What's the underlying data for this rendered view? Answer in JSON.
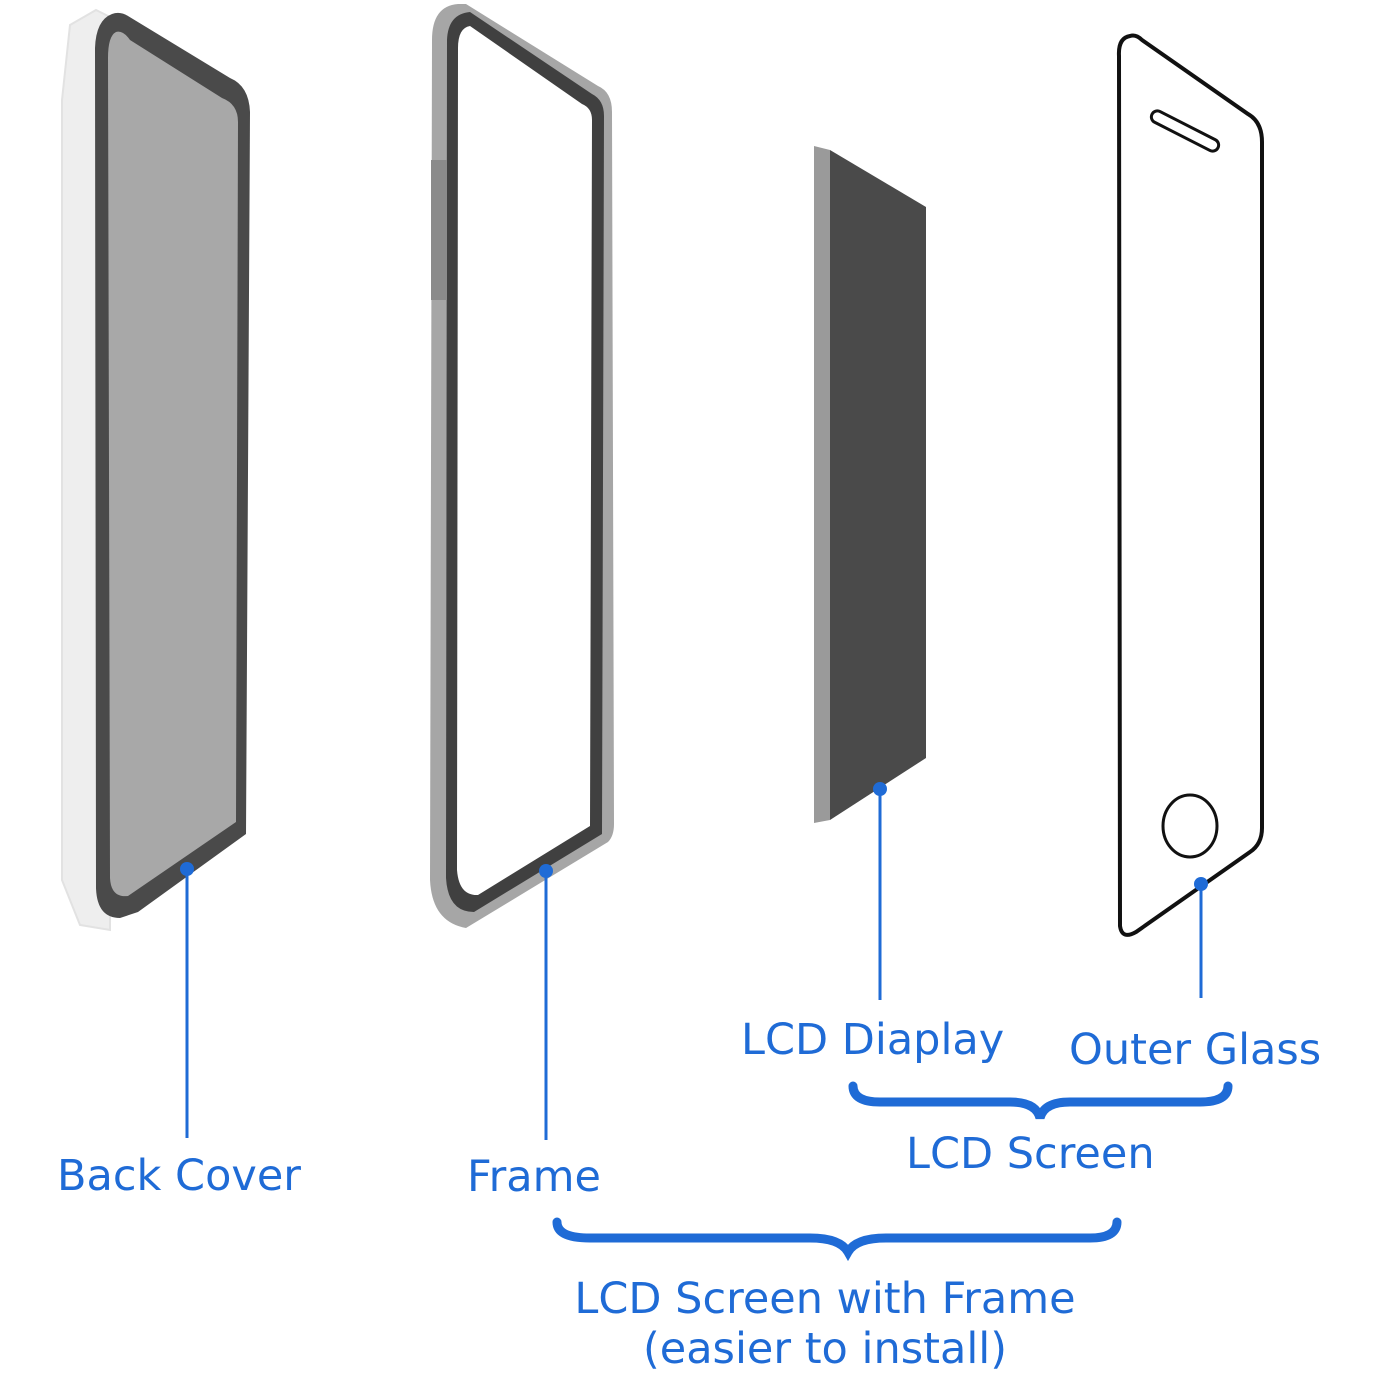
{
  "labels": {
    "back_cover": "Back Cover",
    "frame": "Frame",
    "lcd_display": "LCD Diaplay",
    "outer_glass": "Outer Glass",
    "lcd_screen": "LCD Screen",
    "lcd_screen_with_frame_line1": "LCD Screen with Frame",
    "lcd_screen_with_frame_line2": "(easier to install)"
  },
  "colors": {
    "accent": "#1f6bd6",
    "dark_gray": "#4a4a4a",
    "mid_gray": "#a6a6a6",
    "light_gray": "#bfbfbf",
    "outline": "#111111"
  }
}
